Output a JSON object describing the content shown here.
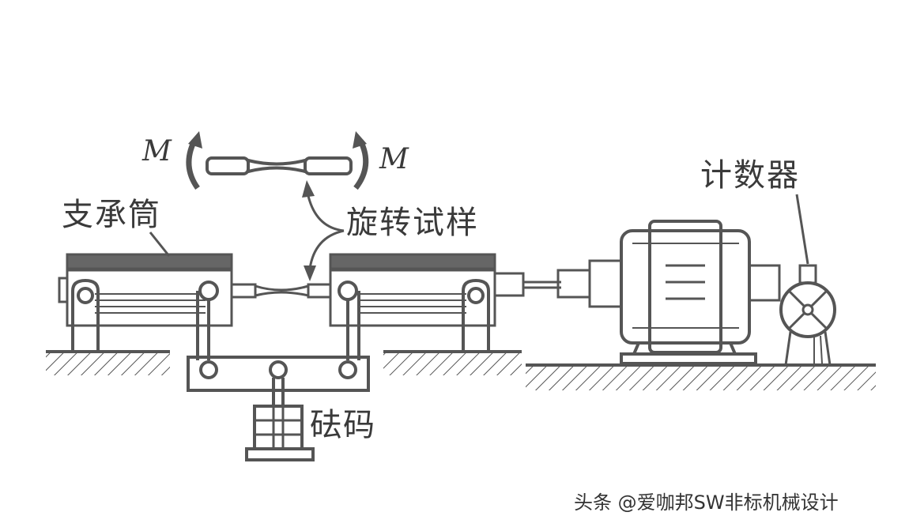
{
  "labels": {
    "support_cylinder": "支承筒",
    "rotating_specimen": "旋转试样",
    "counter": "计数器",
    "weights": "砝码",
    "moment_left": "M",
    "moment_right": "M"
  },
  "watermark": "头条 @爱咖邦SW非标机械设计",
  "colors": {
    "line": "#555555",
    "fill_dark": "#666666",
    "background": "#ffffff"
  }
}
